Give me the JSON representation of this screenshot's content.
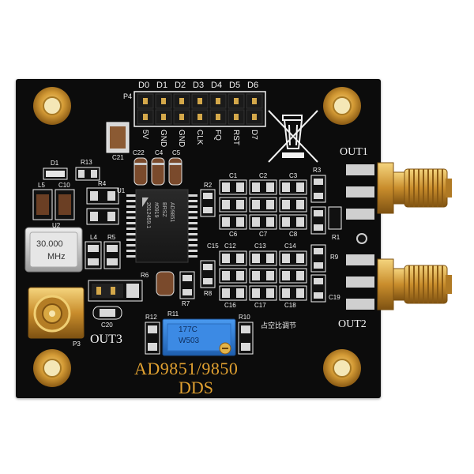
{
  "board": {
    "colors": {
      "pcb": "#0c0c0c",
      "silk": "#f2f2f2",
      "gold": "#d7a23b",
      "trim_pot": "#2f7fd6",
      "copper": "#c9c9c9"
    },
    "title_line1": "AD9851/9850",
    "title_line2": "DDS",
    "header": {
      "ref": "P4",
      "top_labels": [
        "D0",
        "D1",
        "D2",
        "D3",
        "D4",
        "D5",
        "D6"
      ],
      "bottom_labels": [
        "5V",
        "GND",
        "GND",
        "CLK",
        "FQ",
        "RST",
        "D7"
      ]
    },
    "outputs": {
      "out1": "OUT1",
      "out2": "OUT2",
      "out3": "OUT3"
    },
    "oscillator": {
      "freq": "30.000",
      "unit": "MHz"
    },
    "chip": {
      "ref": "U1",
      "line1": "AD9851",
      "line2": "BRSZ",
      "line3": "#0919",
      "line4": "2012459.1"
    },
    "trimpot": {
      "ref": "R11",
      "line1": "177C",
      "line2": "W503"
    },
    "pot_note": "占空比调节",
    "refs": {
      "r13": "R13",
      "d1": "D1",
      "l5": "L5",
      "c10": "C10",
      "c21": "C21",
      "c22": "C22",
      "c4": "C4",
      "c5": "C5",
      "r4": "R4",
      "u2": "U2",
      "l4": "L4",
      "r5": "R5",
      "r3": "R3",
      "r1": "R1",
      "r9": "R9",
      "c19": "C19",
      "r2": "R2",
      "r6": "R6",
      "r7": "R7",
      "r8": "R8",
      "c20": "C20",
      "p3": "P3",
      "r12": "R12",
      "r10": "R10",
      "c1": "C1",
      "c2": "C2",
      "c3": "C3",
      "c6": "C6",
      "c7": "C7",
      "c8": "C8",
      "c12": "C12",
      "c13": "C13",
      "c14": "C14",
      "c15": "C15",
      "c16": "C16",
      "c17": "C17",
      "c18": "C18"
    }
  }
}
